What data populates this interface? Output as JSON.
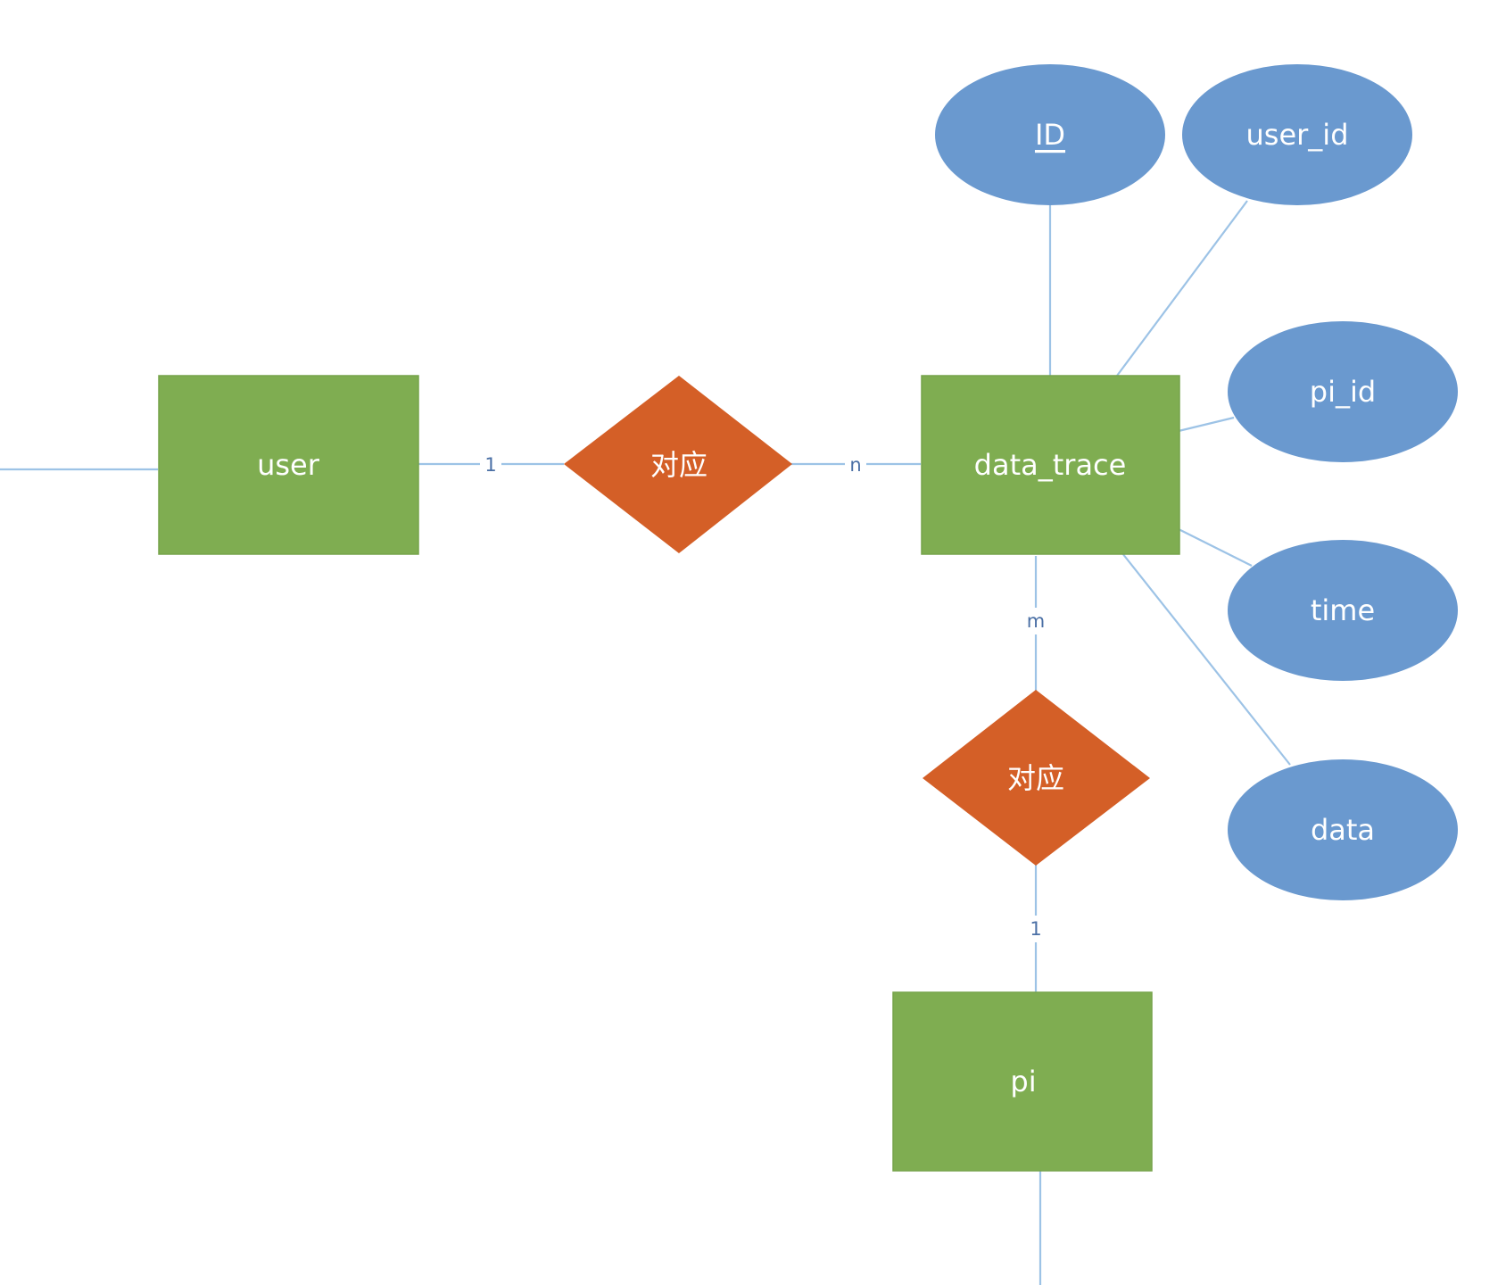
{
  "entities": {
    "user": "user",
    "data_trace": "data_trace",
    "pi": "pi"
  },
  "relationships": {
    "user_trace": "对应",
    "trace_pi": "对应"
  },
  "attributes": {
    "id": "ID",
    "user_id": "user_id",
    "pi_id": "pi_id",
    "time": "time",
    "data": "data"
  },
  "cardinalities": {
    "user_side": "1",
    "trace_side_n": "n",
    "trace_side_m": "m",
    "pi_side": "1"
  },
  "primary_key": "ID",
  "colors": {
    "entity": "#7fad51",
    "relationship": "#d45f27",
    "attribute": "#6a99cf",
    "connector": "#9dc3e6",
    "cardinality_text": "#4a6fa5"
  }
}
